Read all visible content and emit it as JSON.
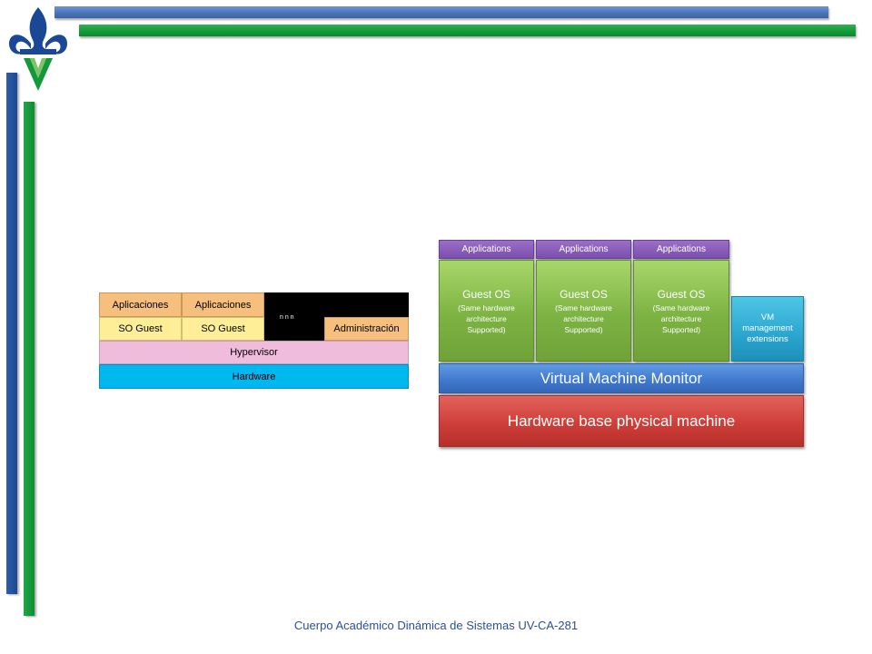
{
  "colors": {
    "blue_bar": "#4a72b6",
    "green_bar": "#13983a",
    "footer_text": "#2a4f9a"
  },
  "diagram_left": {
    "apps": [
      "Aplicaciones",
      "Aplicaciones"
    ],
    "guests": [
      "SO Guest",
      "SO Guest"
    ],
    "dots": "n n n",
    "admin": "Administración",
    "hypervisor": "Hypervisor",
    "hardware": "Hardware",
    "colors": {
      "apps": "#f7bf7d",
      "guest": "#fdee97",
      "hypervisor": "#f0bcdc",
      "hardware": "#00b8f0",
      "black": "#000000"
    }
  },
  "diagram_right": {
    "apps_label": [
      "Applications",
      "Applications",
      "Applications"
    ],
    "guest_title": [
      "Guest OS",
      "Guest OS",
      "Guest OS"
    ],
    "guest_sub": [
      "(Same hardware architecture Supported)",
      "(Same hardware architecture Supported)",
      "(Same hardware architecture Supported)"
    ],
    "vm_ext": "VM management extensions",
    "vmm": "Virtual Machine Monitor",
    "hardware": "Hardware base physical machine",
    "colors": {
      "apps": "#7a4fae",
      "guest": "#7db343",
      "vm_ext": "#2aa6cf",
      "vmm": "#3f78cc",
      "hardware": "#cf3e39"
    }
  },
  "footer": "Cuerpo Académico Dinámica de Sistemas UV-CA-281"
}
